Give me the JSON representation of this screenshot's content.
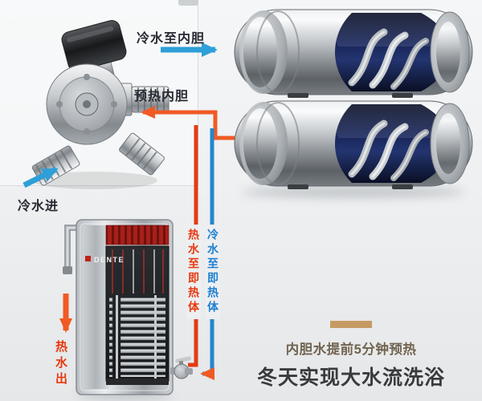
{
  "flow_labels": {
    "cold_to_tank": "冷水至内胆",
    "preheat_tank": "预热内胆",
    "cold_in": "冷水进",
    "hot_to_heater": "热水至即热体",
    "cold_to_heater": "冷水至即热体",
    "hot_out": "热水出"
  },
  "heater": {
    "brand": "DENTE"
  },
  "caption": {
    "line1": "内胆水提前5分钟预热",
    "line2": "冬天实现大水流洗浴"
  },
  "colors": {
    "flow_blue": "#2e9fd8",
    "flow_orange": "#f05a24",
    "hot_text_red": "#e8380d",
    "cold_text_blue": "#1d7fd0",
    "dark_label": "#262a31",
    "caption_brown": "#71634f",
    "caption_dark": "#3a3a3c",
    "tan_bar": "#c59a63",
    "tank_navy": "#18265c"
  }
}
